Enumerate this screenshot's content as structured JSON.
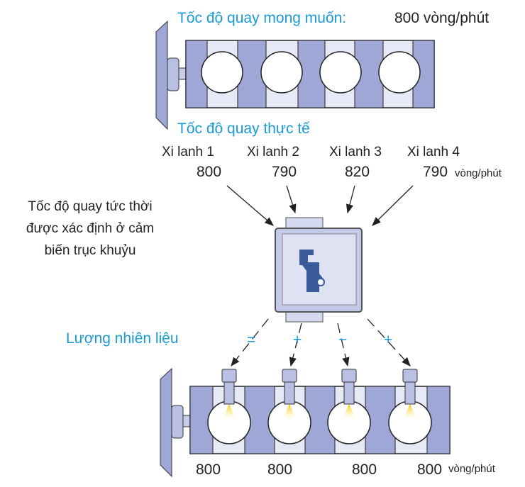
{
  "top": {
    "desired_label": "Tốc độ quay mong muốn:",
    "desired_value": "800 vòng/phút",
    "actual_label": "Tốc độ quay thực tế"
  },
  "cylinders": [
    {
      "name": "Xi lanh 1",
      "actual": "800",
      "fuel": "=",
      "result": "800"
    },
    {
      "name": "Xi lanh 2",
      "actual": "790",
      "fuel": "+",
      "result": "800"
    },
    {
      "name": "Xi lanh 3",
      "actual": "820",
      "fuel": "−",
      "result": "800"
    },
    {
      "name": "Xi lanh 4",
      "actual": "790",
      "fuel": "+",
      "result": "800"
    }
  ],
  "unit": "vòng/phút",
  "sensor_note": "Tốc độ quay tức thời được xác định ở cảm biến trục khuỷu",
  "fuel_label": "Lượng nhiên liệu",
  "colors": {
    "accent": "#1a9ad6",
    "block": "#9ea7d6",
    "light": "#e6e9f6"
  }
}
